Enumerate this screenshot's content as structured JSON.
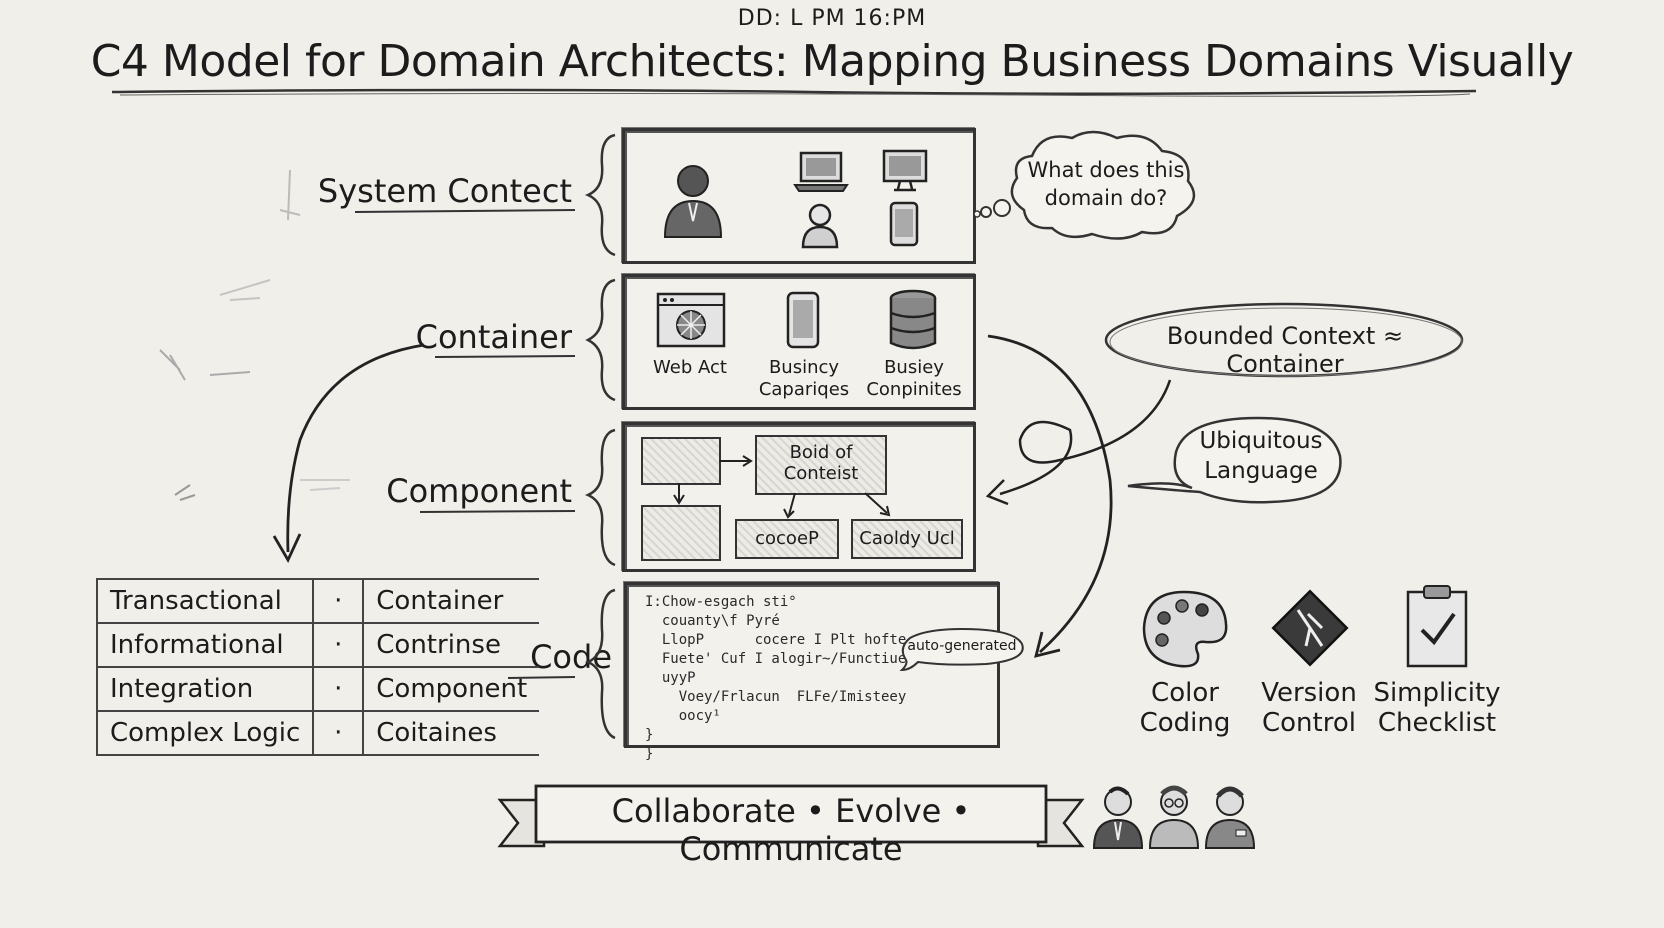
{
  "header": {
    "stamp": "DD: L PM 16:PM",
    "title": "C4 Model for Domain Architects: Mapping Business Domains Visually"
  },
  "levels": {
    "system_context": "System Contect",
    "container": "Container",
    "component": "Component",
    "code": "Code"
  },
  "container_items": [
    {
      "label_line1": "Web Act",
      "label_line2": ""
    },
    {
      "label_line1": "Busincy",
      "label_line2": "Capariqes"
    },
    {
      "label_line1": "Busiey",
      "label_line2": "Conpinites"
    }
  ],
  "component_items": {
    "center_line1": "Boid of",
    "center_line2": "Conteist",
    "bottom_mid": "cocoeP",
    "bottom_right": "Caoldy Ucl"
  },
  "code_lines": [
    "I:Chow-esgach sti°",
    "  couanty\\f Pyré",
    "  LlopP      cocere I Plt hofte",
    "  Fuete' Cuf I alogir~/Functiues",
    "  uyyP",
    "    Voey/Frlacun  FLFe/Imisteey",
    "    oocy¹",
    "}",
    "}"
  ],
  "callouts": {
    "thought": "What does this domain do?",
    "thought_line1": "What does this",
    "thought_line2": "domain do?",
    "bounded_context": "Bounded Context ≈ Container",
    "ubiquitous_line1": "Ubiquitous",
    "ubiquitous_line2": "Language",
    "auto_generated": "auto-generated"
  },
  "mapping_table": {
    "rows": [
      {
        "left": "Transactional",
        "sep": "·",
        "right": "Container"
      },
      {
        "left": "Informational",
        "sep": "·",
        "right": "Contrinse"
      },
      {
        "left": "Integration",
        "sep": "·",
        "right": "Component"
      },
      {
        "left": "Complex Logic",
        "sep": "·",
        "right": "Coitaines"
      }
    ]
  },
  "tools": [
    {
      "icon": "palette-icon",
      "line1": "Color",
      "line2": "Coding"
    },
    {
      "icon": "git-icon",
      "line1": "Version",
      "line2": "Control"
    },
    {
      "icon": "clipboard-check-icon",
      "line1": "Simplicity",
      "line2": "Checklist"
    }
  ],
  "banner": {
    "text": "Collaborate • Evolve • Communicate"
  }
}
